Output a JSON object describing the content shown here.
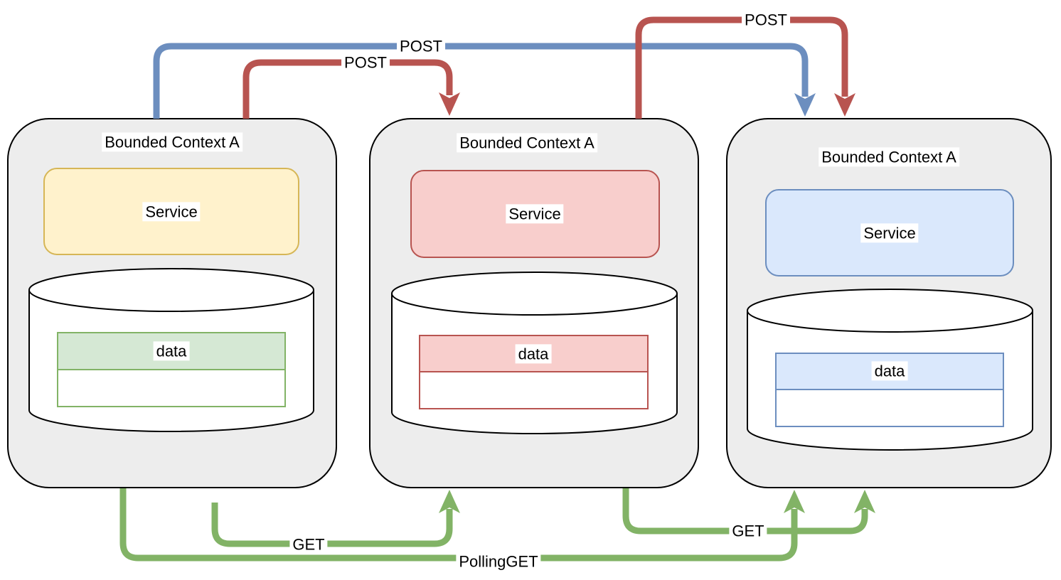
{
  "diagram": {
    "contexts": [
      {
        "title": "Bounded Context A",
        "service_label": "Service",
        "data_label": "data",
        "service_fill": "#FFF2CC",
        "service_stroke": "#D6B656",
        "data_fill": "#D5E8D4",
        "data_stroke": "#82B366"
      },
      {
        "title": "Bounded Context A",
        "service_label": "Service",
        "data_label": "data",
        "service_fill": "#F8CECC",
        "service_stroke": "#B85450",
        "data_fill": "#F8CECC",
        "data_stroke": "#B85450"
      },
      {
        "title": "Bounded Context A",
        "service_label": "Service",
        "data_label": "data",
        "service_fill": "#DAE8FC",
        "service_stroke": "#6C8EBF",
        "data_fill": "#DAE8FC",
        "data_stroke": "#6C8EBF"
      }
    ],
    "connections": [
      {
        "label": "POST",
        "color": "#6C8EBF",
        "from": "context-1",
        "to": "context-3",
        "via": "top"
      },
      {
        "label": "POST",
        "color": "#B85450",
        "from": "context-1",
        "to": "context-2",
        "via": "top"
      },
      {
        "label": "POST",
        "color": "#B85450",
        "from": "context-2",
        "to": "context-3",
        "via": "top"
      },
      {
        "label": "GET",
        "color": "#82B366",
        "from": "context-1",
        "to": "context-2",
        "via": "bottom"
      },
      {
        "label": "GET",
        "color": "#82B366",
        "from": "context-2",
        "to": "context-3",
        "via": "bottom"
      },
      {
        "label": "PollingGET",
        "color": "#82B366",
        "from": "context-1",
        "to": "context-3",
        "via": "bottom"
      }
    ],
    "colors": {
      "background": "#FFFFFF",
      "context_fill": "#EDEDED",
      "context_stroke": "#000000",
      "cylinder_fill": "#FFFFFF",
      "label_background": "#FFFFFF",
      "label_text": "#000000"
    }
  }
}
